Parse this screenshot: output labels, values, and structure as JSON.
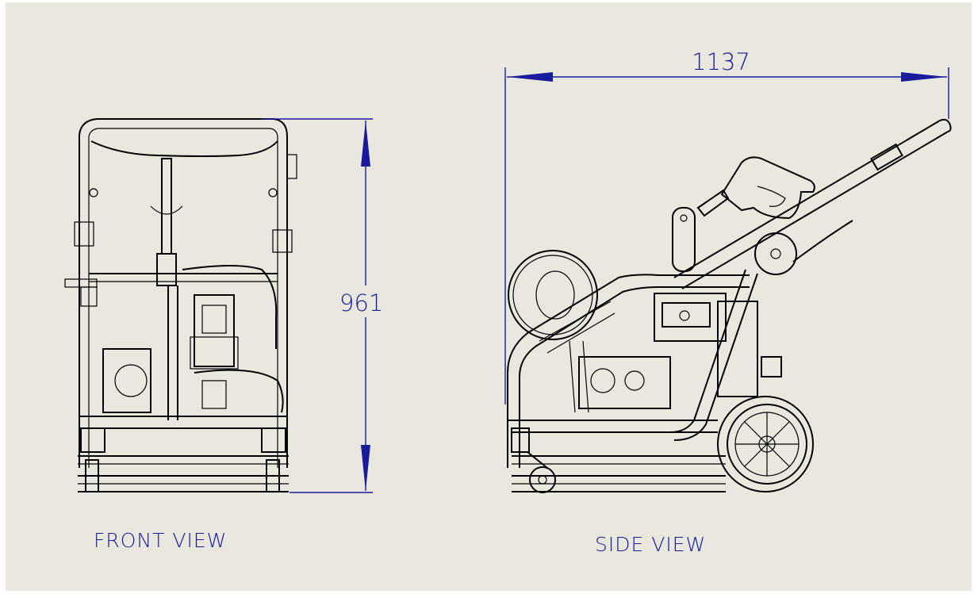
{
  "drawing": {
    "front_view_label": "FRONT VIEW",
    "side_view_label": "SIDE VIEW",
    "height_dimension": "961",
    "width_dimension": "1137",
    "line_color": "#000000",
    "dimension_color": "#1a1a9c",
    "background_color": "#e9e8df"
  }
}
